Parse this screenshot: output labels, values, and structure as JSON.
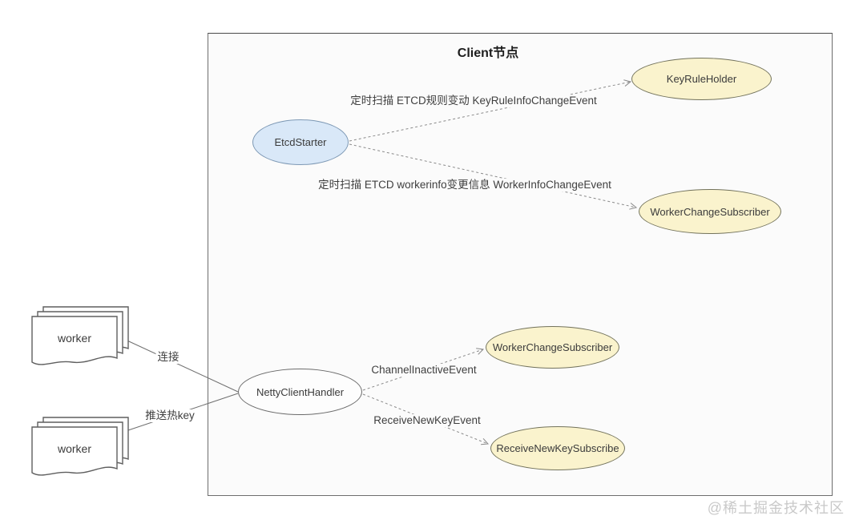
{
  "diagram": {
    "title": "Client节点",
    "watermark": "@稀土掘金技术社区",
    "colors": {
      "box_fill": "#fbfbfb",
      "box_stroke": "#6e6e6e",
      "node_blue_fill": "#d9e8f8",
      "node_blue_stroke": "#7e99b5",
      "node_yellow_fill": "#faf3cd",
      "node_yellow_stroke": "#73735c",
      "node_white_fill": "#fdfdfd",
      "connector": "#8a8a8a",
      "text": "#3b3b3b"
    },
    "nodes": {
      "etcd_starter": "EtcdStarter",
      "key_rule_holder": "KeyRuleHolder",
      "worker_change_subscriber_top": "WorkerChangeSubscriber",
      "netty_client_handler": "NettyClientHandler",
      "worker_change_subscriber_bottom": "WorkerChangeSubscriber",
      "receive_new_key_subscribe": "ReceiveNewKeySubscribe"
    },
    "edges": {
      "key_rule_scan": "定时扫描 ETCD规则变动 KeyRuleInfoChangeEvent",
      "worker_info_scan": "定时扫描 ETCD workerinfo变更信息 WorkerInfoChangeEvent",
      "channel_inactive": "ChannelInactiveEvent",
      "receive_new_key": "ReceiveNewKeyEvent",
      "connect": "连接",
      "push_hot_key": "推送热key"
    },
    "workers": {
      "top": "worker",
      "bottom": "worker"
    }
  }
}
